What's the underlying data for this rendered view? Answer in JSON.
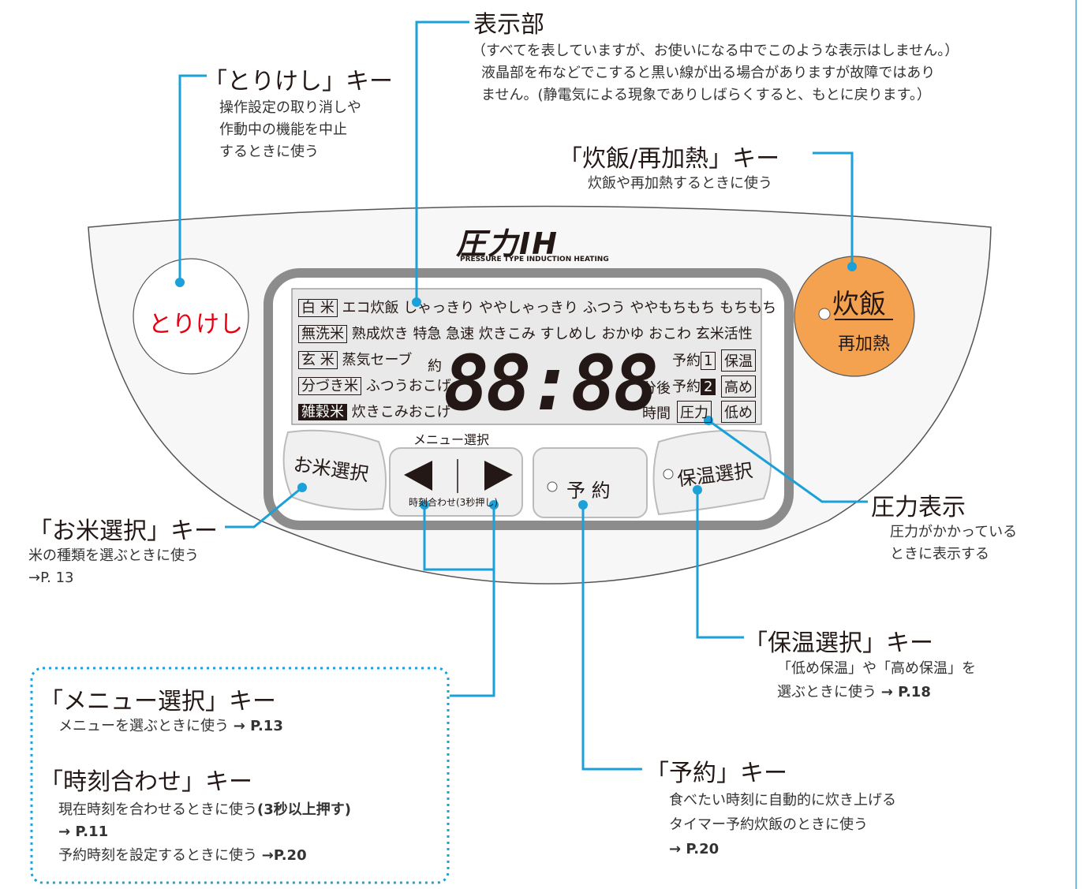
{
  "colors": {
    "leader": "#1ba0d8",
    "cook_button": "#f4a24f",
    "cancel_text": "#e60012",
    "panel_border": "#8c8c8c"
  },
  "display_section": {
    "title": "表示部",
    "note_line1": "（すべてを表していますが、お使いになる中でこのような表示はしません。）",
    "note_line2": "液晶部を布などでこすると黒い線が出る場合がありますが故障ではあり",
    "note_line3": "ません。(静電気による現象でありしばらくすると、もとに戻ります。）"
  },
  "cancel_key": {
    "title": "「とりけし」キー",
    "line1": "操作設定の取り消しや",
    "line2": "作動中の機能を中止",
    "line3": "するときに使う"
  },
  "cook_key": {
    "title": "「炊飯/再加熱」キー",
    "line1": "炊飯や再加熱するときに使う"
  },
  "rice_key": {
    "title": "「お米選択」キー",
    "line1": "米の種類を選ぶときに使う",
    "ref": "→P. 13"
  },
  "pressure_indicator": {
    "title": "圧力表示",
    "line1": "圧力がかかっている",
    "line2": "ときに表示する"
  },
  "keepwarm_key": {
    "title": "「保温選択」キー",
    "line1": "「低め保温」や「高め保温」を",
    "line2": "選ぶときに使う ",
    "ref": "→ P.18"
  },
  "timer_key": {
    "title": "「予約」キー",
    "line1": "食べたい時刻に自動的に炊き上げる",
    "line2": "タイマー予約炊飯のときに使う",
    "ref": "→ P.20"
  },
  "menu_box": {
    "menu_title": "「メニュー選択」キー",
    "menu_line1": "メニューを選ぶときに使う ",
    "menu_ref": "→ P.13",
    "clock_title": "「時刻合わせ」キー",
    "clock_line1": "現在時刻を合わせるときに使う",
    "clock_line1_bold": "(3秒以上押す)",
    "clock_ref1": "→ P.11",
    "clock_line2": "予約時刻を設定するときに使う ",
    "clock_ref2": "→P.20"
  },
  "panel": {
    "logo": "圧力IH",
    "logo_sub": "PRESSURE TYPE INDUCTION HEATING",
    "cancel_button": "とりけし",
    "cook_button_top": "炊飯",
    "cook_button_bottom": "再加熱",
    "rice_button": "お米選択",
    "menu_label": "メニュー選択",
    "menu_sub": "時刻合わせ(3秒押し)",
    "timer_button": "予 約",
    "keepwarm_button": "保温選択"
  },
  "lcd": {
    "row1_label": "白 米",
    "row1_items": "エコ炊飯 しゃっきり ややしゃっきり ふつう ややもちもち もちもち",
    "row2_label": "無洗米",
    "row2_items": "熟成炊き 特急 急速 炊きこみ すしめし おかゆ おこわ 玄米活性",
    "row3_label": "玄 米",
    "row3_item": "蒸気セーブ",
    "row4_label": "分づき米",
    "row4_item": "ふつうおこげ",
    "row5_label": "雑穀米",
    "row5_item": "炊きこみおこげ",
    "approx": "約",
    "digits": "88:88",
    "min_after": "分後",
    "hours": "時間",
    "timer1": "予約",
    "timer1_num": "1",
    "timer2": "予約",
    "timer2_num": "2",
    "warm": "保温",
    "high": "高め",
    "low": "低め",
    "pressure": "圧力"
  }
}
